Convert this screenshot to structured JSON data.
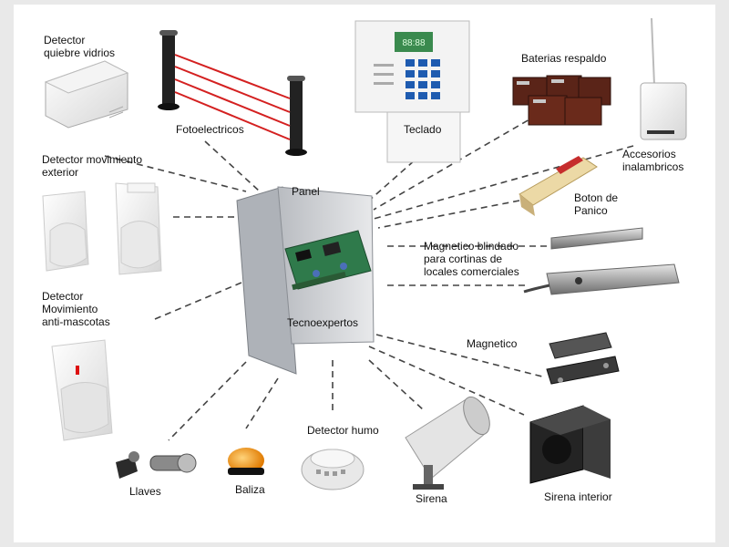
{
  "labels": {
    "glass_break": [
      "Detector",
      "quiebre vidrios"
    ],
    "photoelectric": "Fotoelectricos",
    "keypad": "Teclado",
    "backup_batteries": "Baterias respaldo",
    "wireless_accessories": [
      "Accesorios",
      "inalambricos"
    ],
    "outdoor_motion": [
      "Detector movimiento",
      "exterior"
    ],
    "panel": "Panel",
    "panic_button": [
      "Boton de",
      "Panico"
    ],
    "armored_magnetic": [
      "Magnetico blindado",
      "para cortinas de",
      "locales comerciales"
    ],
    "pet_motion": [
      "Detector",
      "Movimiento",
      "anti-mascotas"
    ],
    "brand": "Tecnoexpertos",
    "magnetic": "Magnetico",
    "keys": "Llaves",
    "beacon": "Baliza",
    "smoke_detector": "Detector humo",
    "siren": "Sirena",
    "indoor_siren": "Sirena interior"
  },
  "keypad_display": "88:88"
}
